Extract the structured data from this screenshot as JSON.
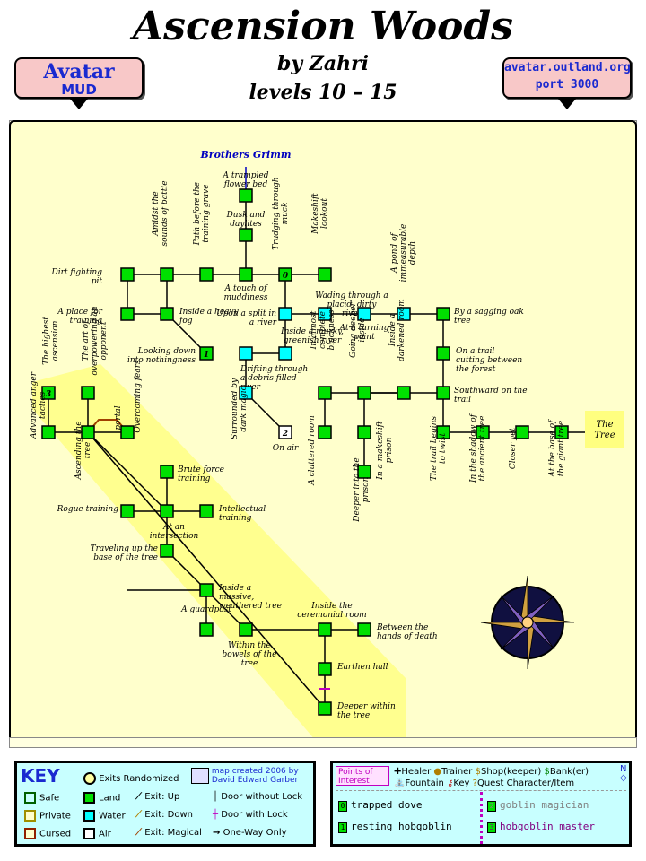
{
  "header": {
    "title": "Ascension Woods",
    "author": "by Zahri",
    "levels": "levels 10 – 15",
    "badge_left_line1": "Avatar",
    "badge_left_line2": "MUD",
    "badge_right_line1": "avatar.outland.org",
    "badge_right_line2": "port 3000"
  },
  "map": {
    "exit_label": "Brothers Grimm",
    "the_tree_label_1": "The",
    "the_tree_label_2": "Tree",
    "rooms": [
      {
        "label": "A trampled flower bed",
        "type": "land"
      },
      {
        "label": "Dusk and daylites",
        "type": "land"
      },
      {
        "label": "A touch of muddiness",
        "type": "land"
      },
      {
        "label": "Amidst the sounds of battle",
        "type": "land"
      },
      {
        "label": "Path before the training grave",
        "type": "land"
      },
      {
        "label": "Trudging through muck",
        "type": "land",
        "poi": "0"
      },
      {
        "label": "Makeshift lookout",
        "type": "land"
      },
      {
        "label": "Dirt fighting pit",
        "type": "land"
      },
      {
        "label": "A place for training",
        "type": "land"
      },
      {
        "label": "Inside a heavy fog",
        "type": "land"
      },
      {
        "label": "Looking down into nothingness",
        "type": "land",
        "poi": "1"
      },
      {
        "label": "Upon a split in a river",
        "type": "water"
      },
      {
        "label": "Wading through a placid, dirty river",
        "type": "water"
      },
      {
        "label": "At a turning point",
        "type": "water"
      },
      {
        "label": "A pond of immeasurable depth",
        "type": "water"
      },
      {
        "label": "Inside a murky, greenish river",
        "type": "water"
      },
      {
        "label": "Drifting through a debris filled river",
        "type": "water"
      },
      {
        "label": "Surrounded by dark magic",
        "type": "water"
      },
      {
        "label": "On air",
        "type": "air",
        "poi": "2"
      },
      {
        "label": "By a sagging oak tree",
        "type": "land"
      },
      {
        "label": "On a trail cutting between the forest",
        "type": "land"
      },
      {
        "label": "Southward on the trail",
        "type": "land"
      },
      {
        "label": "In almost complete blackness",
        "type": "land"
      },
      {
        "label": "Going deeper inside",
        "type": "land"
      },
      {
        "label": "Inside a darkened room",
        "type": "land"
      },
      {
        "label": "A cluttered room",
        "type": "land"
      },
      {
        "label": "In a makeshift prison",
        "type": "land"
      },
      {
        "label": "Deeper into the prison",
        "type": "land"
      },
      {
        "label": "The trail begins to twist",
        "type": "land"
      },
      {
        "label": "In the shadow of the ancient tree",
        "type": "land"
      },
      {
        "label": "Closer yet",
        "type": "land"
      },
      {
        "label": "At the base of the giant tree",
        "type": "land"
      },
      {
        "label": "The highest ascension",
        "type": "land",
        "poi": "3"
      },
      {
        "label": "The art of overpowering an opponent",
        "type": "land"
      },
      {
        "label": "Advanced anger tactics",
        "type": "land"
      },
      {
        "label": "Ascending the tree",
        "type": "land"
      },
      {
        "label": "portal",
        "type": "exit"
      },
      {
        "label": "Overcoming fears",
        "type": "land"
      },
      {
        "label": "Brute force training",
        "type": "land"
      },
      {
        "label": "Rogue training",
        "type": "land"
      },
      {
        "label": "At an intersection",
        "type": "land"
      },
      {
        "label": "Intellectual training",
        "type": "land"
      },
      {
        "label": "Traveling up the base of the tree",
        "type": "land"
      },
      {
        "label": "Inside a massive, weathered tree",
        "type": "land"
      },
      {
        "label": "A guardpost",
        "type": "land"
      },
      {
        "label": "Within the bowels of the tree",
        "type": "land"
      },
      {
        "label": "Inside the ceremonial room",
        "type": "land"
      },
      {
        "label": "Between the hands of death",
        "type": "land"
      },
      {
        "label": "Earthen hall",
        "type": "land"
      },
      {
        "label": "Deeper within the tree",
        "type": "land"
      }
    ]
  },
  "key": {
    "title": "KEY",
    "exits_randomized": "Exits Randomized",
    "credit_line1": "map created 2006 by",
    "credit_line2": "David Edward Garber",
    "safe": "Safe",
    "private": "Private",
    "cursed": "Cursed",
    "land": "Land",
    "water": "Water",
    "air": "Air",
    "exit_up": "Exit: Up",
    "exit_down": "Exit: Down",
    "exit_magical": "Exit: Magical",
    "door_without_lock": "Door without Lock",
    "door_with_lock": "Door with Lock",
    "one_way_only": "One-Way Only"
  },
  "poi": {
    "title_1": "Points of",
    "title_2": "Interest",
    "healer": "Healer",
    "trainer": "Trainer",
    "shop": "Shop(keeper)",
    "bank": "Bank(er)",
    "fountain": "Fountain",
    "key_item": "Key",
    "quest": "Quest Character/Item",
    "items": [
      {
        "num": "0",
        "label": "trapped dove",
        "color": "#000000"
      },
      {
        "num": "1",
        "label": "resting hobgoblin",
        "color": "#000000"
      },
      {
        "num": "2",
        "label": "goblin magician",
        "color": "#808080"
      },
      {
        "num": "3",
        "label": "hobgoblin master",
        "color": "#800080"
      }
    ]
  },
  "colors": {
    "land": "#00e000",
    "water": "#00ffff",
    "air": "#ffffff",
    "parchment": "#ffffcc",
    "highlight": "#ffff80",
    "exit_blue": "#0000c0",
    "key_bg": "#c8ffff",
    "badge_bg": "#f8c8c8"
  }
}
